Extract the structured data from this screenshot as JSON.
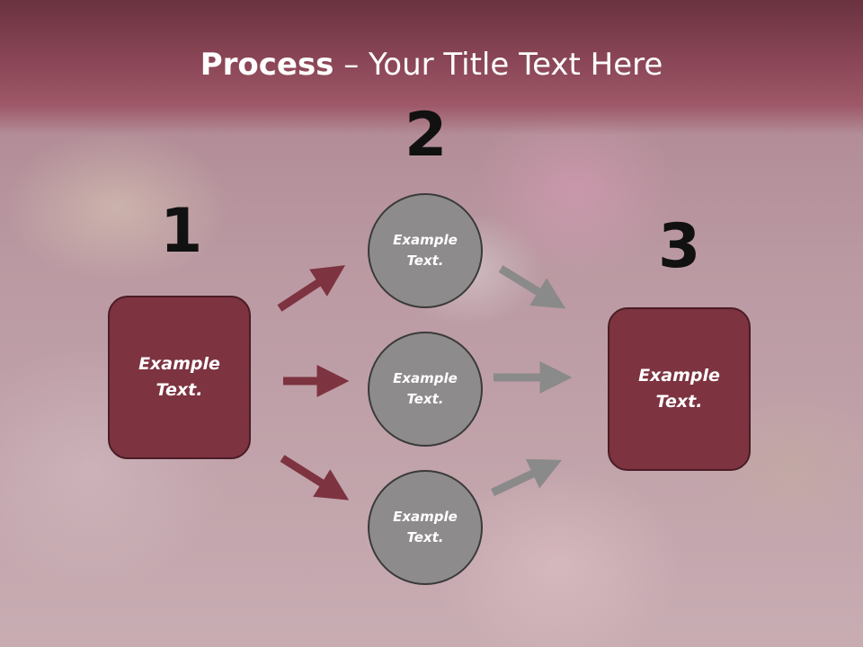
{
  "title": {
    "bold": "Process",
    "rest": " – Your Title Text Here"
  },
  "steps": {
    "num1": "1",
    "num2": "2",
    "num3": "3"
  },
  "left_box": {
    "line1": "Example",
    "line2": "Text."
  },
  "right_box": {
    "line1": "Example",
    "line2": "Text."
  },
  "circles": [
    {
      "line1": "Example",
      "line2": "Text."
    },
    {
      "line1": "Example",
      "line2": "Text."
    },
    {
      "line1": "Example",
      "line2": "Text."
    }
  ],
  "colors": {
    "title_band": "#8a4656",
    "box_fill": "#7d3340",
    "circle_fill": "#8e8b8c",
    "arrow_left": "#7d3340",
    "arrow_right": "#8a8a8a"
  }
}
